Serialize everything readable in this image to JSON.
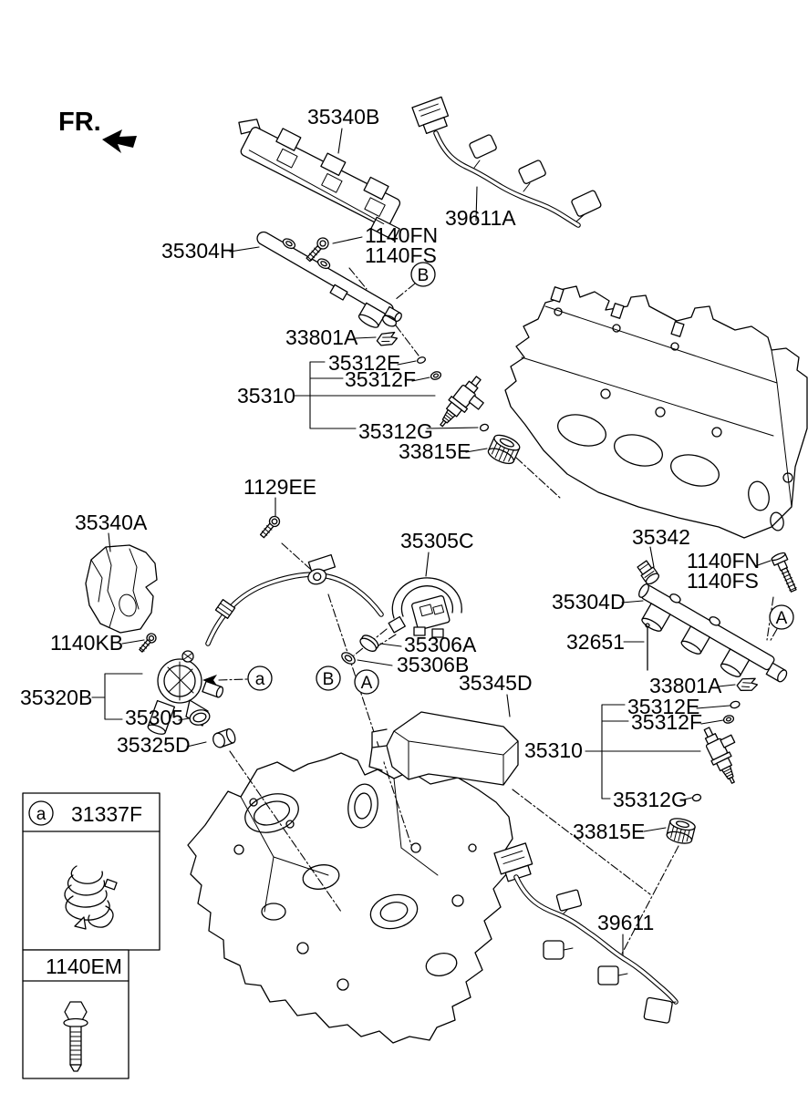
{
  "diagram": {
    "title": "Fuel injection parts diagram",
    "background": "#ffffff",
    "line_color": "#000000",
    "direction_indicator": {
      "label": "FR."
    },
    "part_labels": {
      "35340B": "35340B",
      "39611A": "39611A",
      "35304H": "35304H",
      "1140FN": "1140FN",
      "1140FS": "1140FS",
      "33801A": "33801A",
      "35312E": "35312E",
      "35312F": "35312F",
      "35310": "35310",
      "35312G": "35312G",
      "33815E": "33815E",
      "1129EE": "1129EE",
      "35340A": "35340A",
      "35305C": "35305C",
      "35342": "35342",
      "35304D": "35304D",
      "32651": "32651",
      "1140KB": "1140KB",
      "35306A": "35306A",
      "35306B": "35306B",
      "35320B": "35320B",
      "35305": "35305",
      "35325D": "35325D",
      "35345D": "35345D",
      "39611": "39611"
    },
    "callouts": {
      "A": "A",
      "B": "B",
      "a": "a"
    },
    "inset_panels": [
      {
        "callout": "a",
        "part_number": "31337F"
      },
      {
        "part_number": "1140EM"
      }
    ]
  }
}
